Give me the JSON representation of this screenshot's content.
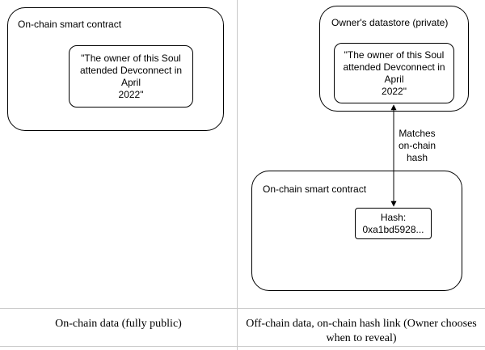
{
  "left_panel": {
    "container_label": "On-chain smart contract",
    "statement_text": "\"The owner of this Soul\nattended Devconnect in April\n2022\"",
    "caption": "On-chain data (fully public)"
  },
  "right_panel": {
    "datastore_label": "Owner's datastore (private)",
    "statement_text": "\"The owner of this Soul\nattended Devconnect in April\n2022\"",
    "link_label": "Matches\non-chain\nhash",
    "contract_label": "On-chain smart contract",
    "hash_text": "Hash:\n0xa1bd5928...",
    "caption": "Off-chain data, on-chain hash link (Owner chooses when to reveal)"
  },
  "colors": {
    "stroke": "#000000",
    "divider": "#c9c9c9",
    "background": "#ffffff"
  }
}
